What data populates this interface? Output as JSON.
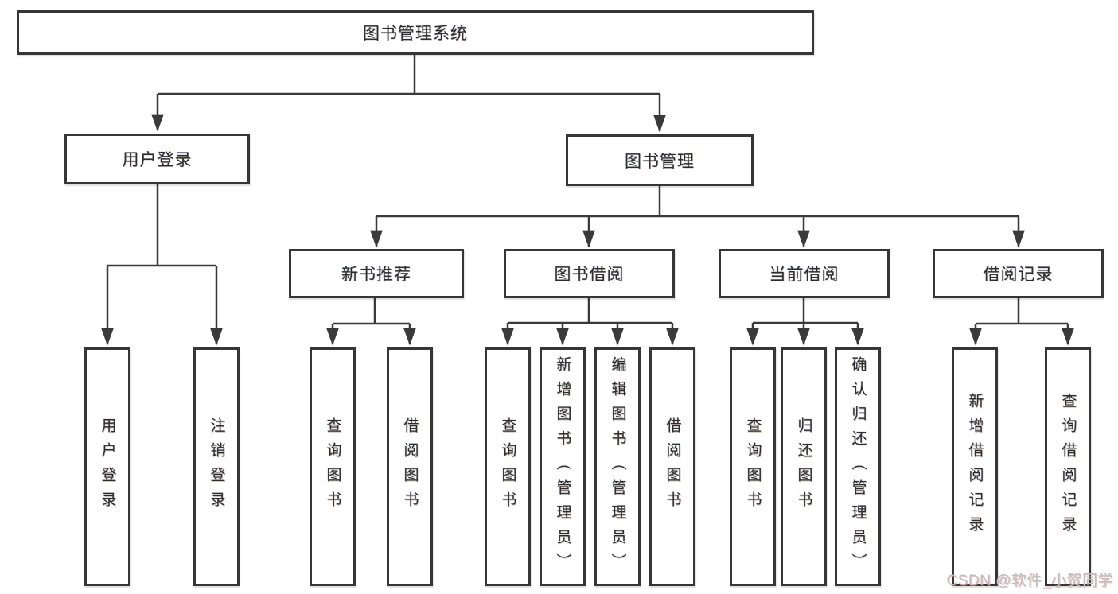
{
  "diagram": {
    "kind": "hierarchy-tree",
    "tree": {
      "label": "图书管理系统",
      "children": [
        {
          "label": "用户登录",
          "children": [
            {
              "label": "用户登录"
            },
            {
              "label": "注销登录"
            }
          ]
        },
        {
          "label": "图书管理",
          "children": [
            {
              "label": "新书推荐",
              "children": [
                {
                  "label": "查询图书"
                },
                {
                  "label": "借阅图书"
                }
              ]
            },
            {
              "label": "图书借阅",
              "children": [
                {
                  "label": "查询图书"
                },
                {
                  "label": "新增图书（管理员）"
                },
                {
                  "label": "编辑图书（管理员）"
                },
                {
                  "label": "借阅图书"
                }
              ]
            },
            {
              "label": "当前借阅",
              "children": [
                {
                  "label": "查询图书"
                },
                {
                  "label": "归还图书"
                },
                {
                  "label": "确认归还（管理员）"
                }
              ]
            },
            {
              "label": "借阅记录",
              "children": [
                {
                  "label": "新增借阅记录"
                },
                {
                  "label": "查询借阅记录"
                }
              ]
            }
          ]
        }
      ]
    },
    "colors": {
      "line": "#3a3a3a",
      "box_border": "#363636",
      "text": "#2d2d2d",
      "background": "#ffffff",
      "watermark_text": "#bdbdc2"
    }
  },
  "watermark": {
    "text": "CSDN @软件_小贺同学"
  }
}
